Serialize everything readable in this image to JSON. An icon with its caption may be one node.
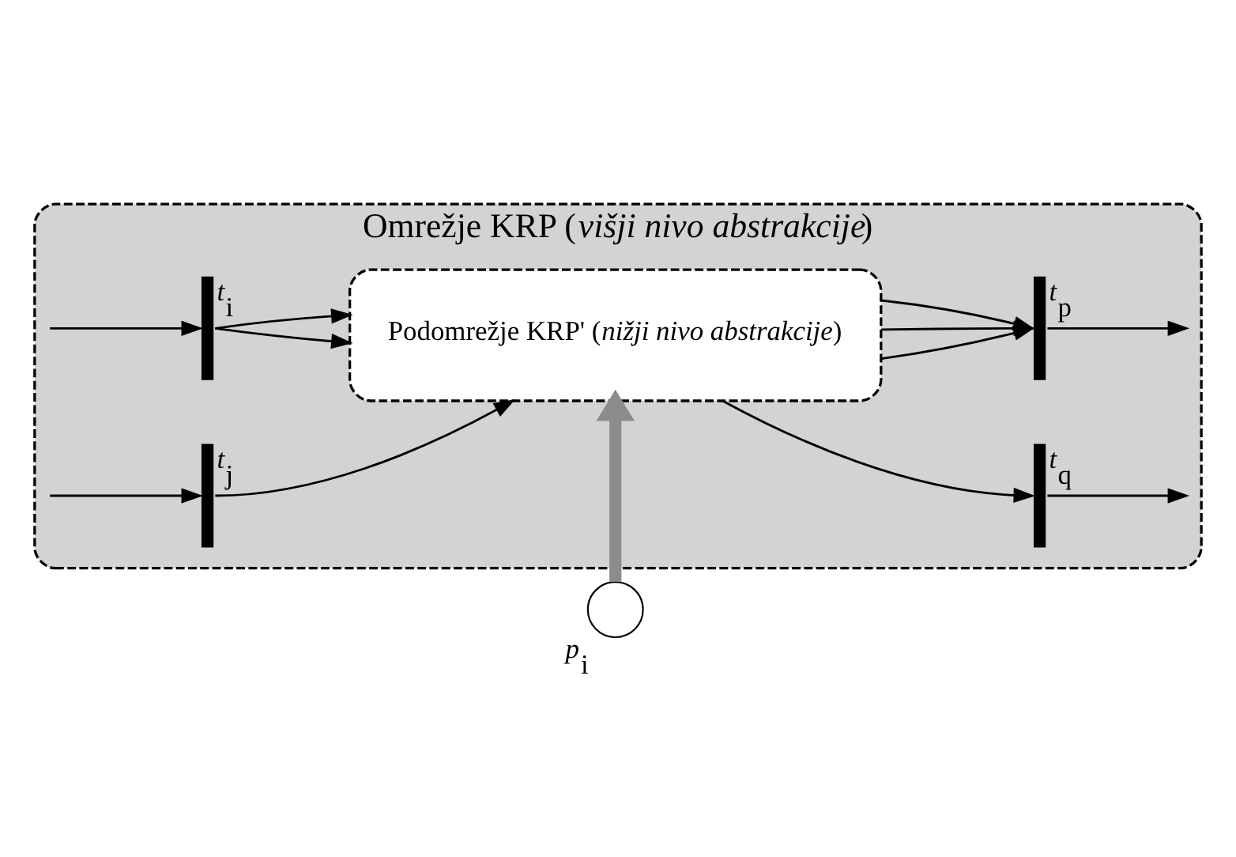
{
  "diagram": {
    "nodes": [
      {
        "text": [
          "Omrežje KRP (*višji nivo abstrakcije*)"
        ]
      },
      {
        "text": [],
        "shape": "bar",
        "beside": [
          "*t*$_{i}$"
        ],
        "in": 0
      },
      {
        "text": [],
        "shape": "bar",
        "beside": [
          "*t*$_{j}$"
        ],
        "in": 0
      },
      {
        "text": [
          "Podomrežje KRP' (*nižji nivo abstrakcije*)"
        ],
        "in": 0
      },
      {
        "text": [],
        "shape": "bar",
        "beside": [
          "*t*$_{p}$"
        ],
        "in": 0
      },
      {
        "text": [],
        "shape": "bar",
        "beside": [
          "*t*$_{q}$"
        ],
        "in": 0
      },
      {
        "text": [],
        "shape": "circle",
        "beside": [
          "*p*$_{i}$"
        ]
      }
    ],
    "edges": [
      {
        "from": null,
        "to": 1,
        "arrow": "to"
      },
      {
        "from": 1,
        "to": 3,
        "arrow": "to"
      },
      {
        "from": 1,
        "to": 3,
        "arrow": "to"
      },
      {
        "from": null,
        "to": 2,
        "arrow": "to"
      },
      {
        "from": 2,
        "to": 3,
        "arrow": "to"
      },
      {
        "from": 3,
        "to": 4,
        "arrow": "to"
      },
      {
        "from": 3,
        "to": 4,
        "arrow": "to"
      },
      {
        "from": 3,
        "to": 4,
        "arrow": "to"
      },
      {
        "from": 4,
        "to": null,
        "arrow": "to"
      },
      {
        "from": 3,
        "to": 5,
        "arrow": "to"
      },
      {
        "from": 5,
        "to": null,
        "arrow": "to"
      },
      {
        "from": 6,
        "to": 3,
        "arrow": "to",
        "style": "thick",
        "color": "#8c8c8c"
      }
    ]
  }
}
